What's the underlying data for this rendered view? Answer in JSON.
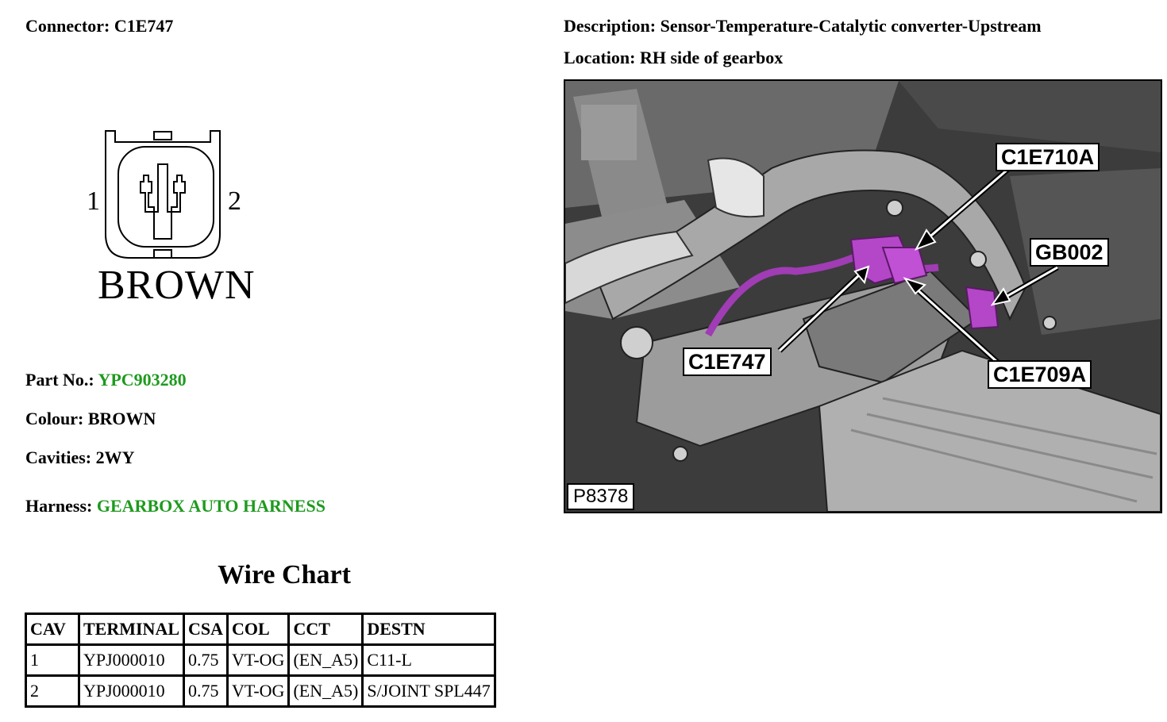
{
  "connector": {
    "label": "Connector:",
    "value": "C1E747"
  },
  "description": {
    "label": "Description:",
    "value": "Sensor-Temperature-Catalytic converter-Upstream"
  },
  "location": {
    "label": "Location:",
    "value": "RH side of gearbox"
  },
  "diagram": {
    "pin1": "1",
    "pin2": "2",
    "color_text": "BROWN"
  },
  "part_no": {
    "label": "Part No.:",
    "value": "YPC903280"
  },
  "colour": {
    "label": "Colour:",
    "value": "BROWN"
  },
  "cavities": {
    "label": "Cavities:",
    "value": "2WY"
  },
  "harness": {
    "label": "Harness:",
    "value": "GEARBOX AUTO HARNESS"
  },
  "wire_chart": {
    "title": "Wire Chart",
    "headers": [
      "CAV",
      "TERMINAL",
      "CSA",
      "COL",
      "CCT",
      "DESTN"
    ],
    "rows": [
      [
        "1",
        "YPJ000010",
        "0.75",
        "VT-OG",
        "(EN_A5)",
        "C11-L"
      ],
      [
        "2",
        "YPJ000010",
        "0.75",
        "VT-OG",
        "(EN_A5)",
        "S/JOINT SPL447"
      ]
    ]
  },
  "photo": {
    "callouts": {
      "c1e710a": "C1E710A",
      "gb002": "GB002",
      "c1e747": "C1E747",
      "c1e709a": "C1E709A"
    },
    "ref": "P8378"
  },
  "colors": {
    "link_green": "#1e9a1e",
    "connector_purple": "#a03cb4"
  }
}
